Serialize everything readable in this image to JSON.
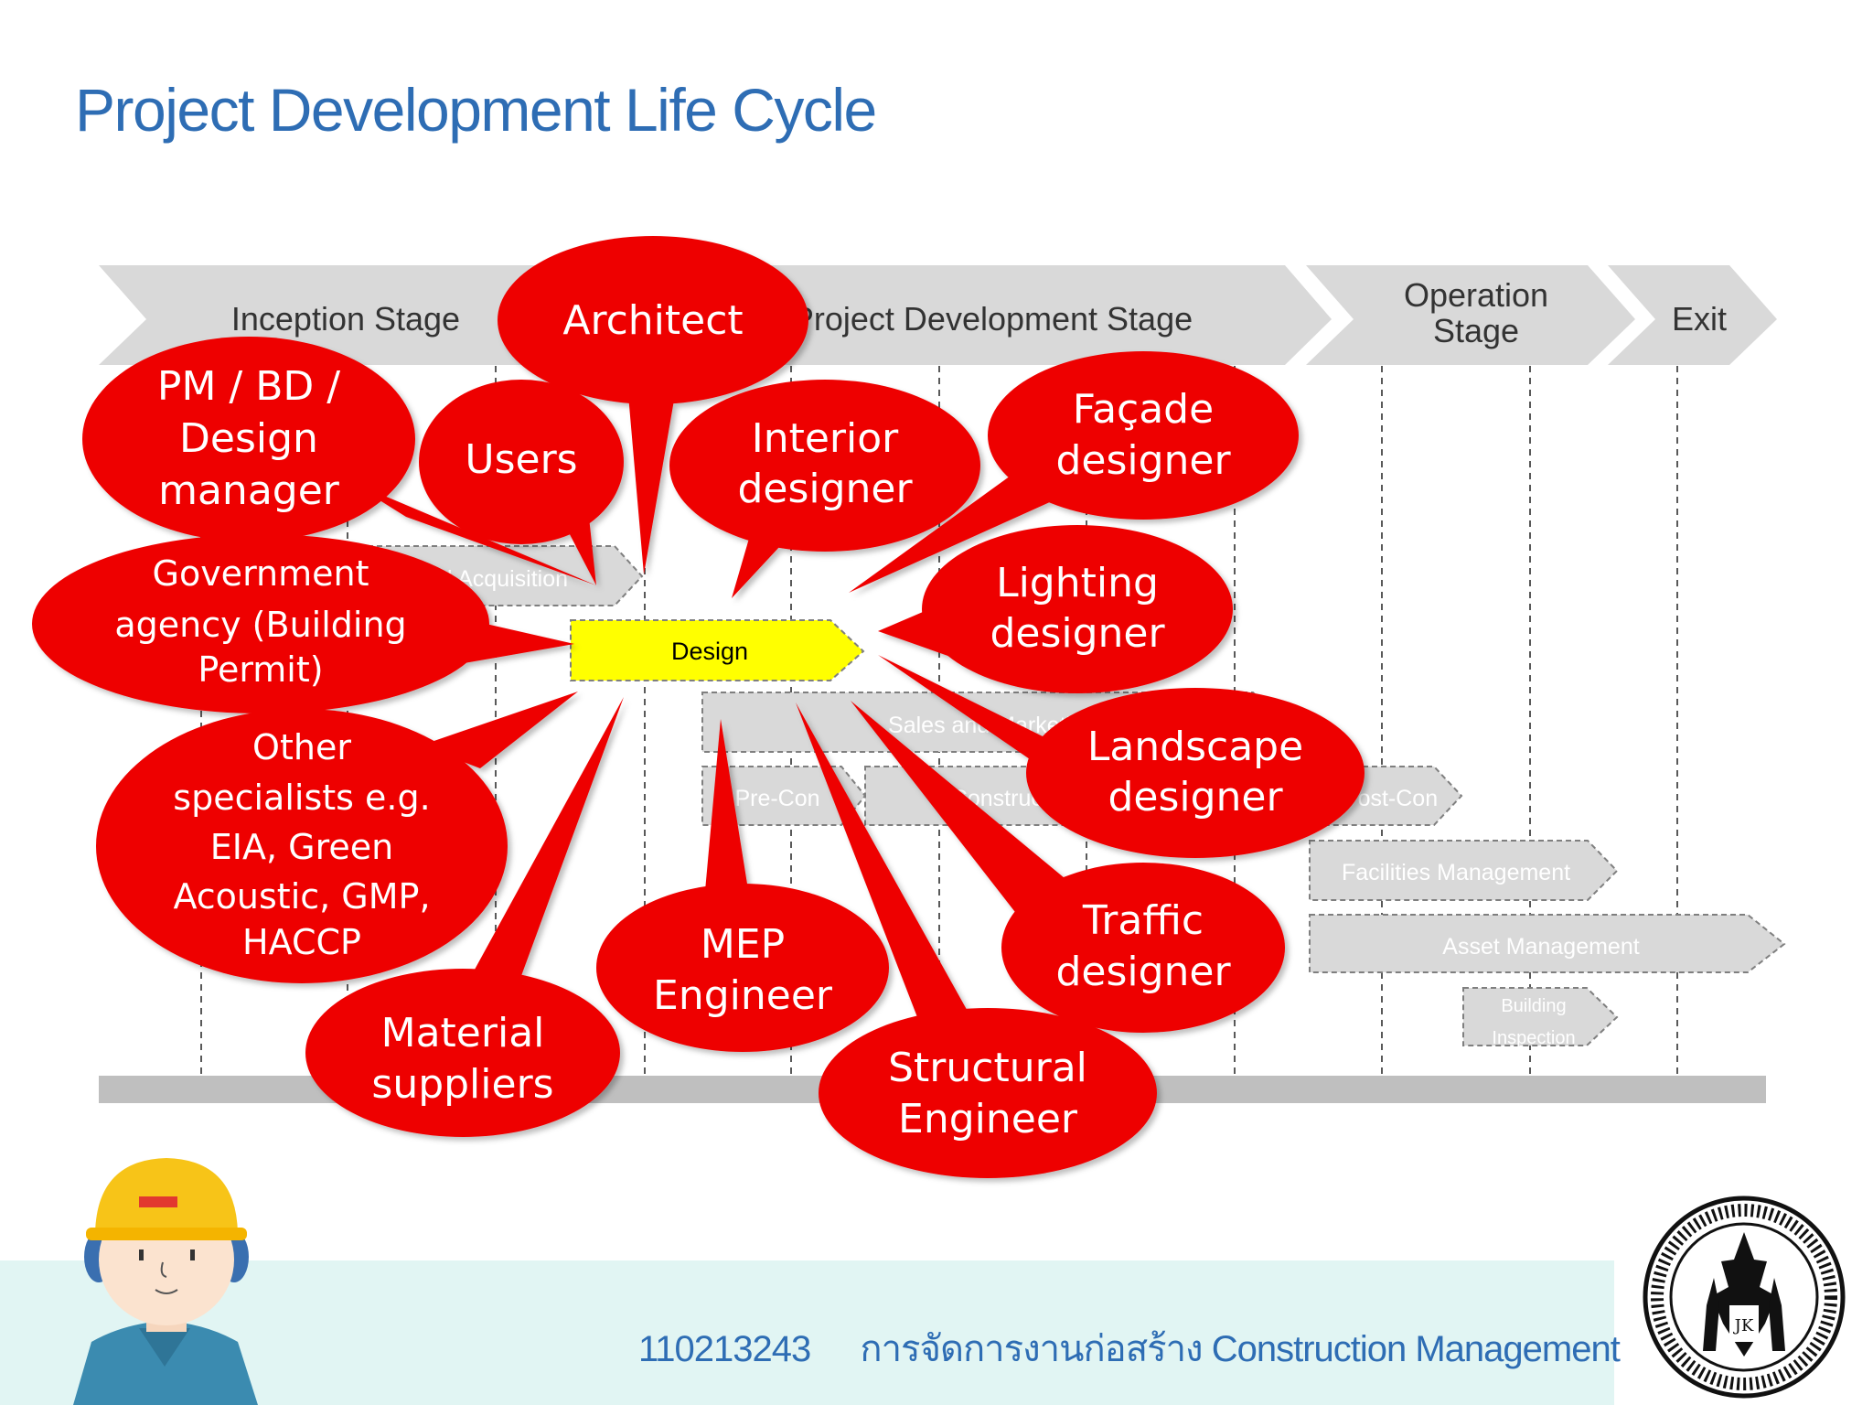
{
  "title": "Project Development Life Cycle",
  "stages": {
    "inception": "Inception Stage",
    "development": "Project Development Stage",
    "operation_line1": "Operation",
    "operation_line2": "Stage",
    "exit": "Exit"
  },
  "activities": {
    "land_acquisition": "Land Acquisition",
    "design": "Design",
    "sales_and_marketing": "Sales and Marketing",
    "pre_con": "Pre-Con",
    "construction": "Construction",
    "post_con": "Post-Con",
    "facilities_management": "Facilities Management",
    "asset_management": "Asset Management",
    "building_inspection_line1": "Building",
    "building_inspection_line2": "Inspection"
  },
  "bubbles": {
    "architect": [
      "Architect"
    ],
    "pm": [
      "PM / BD /",
      "Design",
      "manager"
    ],
    "users": [
      "Users"
    ],
    "interior": [
      "Interior",
      "designer"
    ],
    "facade": [
      "Façade",
      "designer"
    ],
    "government": [
      "Government",
      "agency (Building",
      "Permit)"
    ],
    "lighting": [
      "Lighting",
      "designer"
    ],
    "landscape": [
      "Landscape",
      "designer"
    ],
    "other": [
      "Other",
      "specialists e.g.",
      "EIA, Green",
      "Acoustic, GMP,",
      "HACCP"
    ],
    "traffic": [
      "Traffic",
      "designer"
    ],
    "mep": [
      "MEP",
      "Engineer"
    ],
    "material": [
      "Material",
      "suppliers"
    ],
    "structural": [
      "Structural",
      "Engineer"
    ]
  },
  "footer": {
    "course_code": "110213243",
    "course_name": "การจัดการงานก่อสร้าง Construction Management"
  },
  "colors": {
    "title": "#2e6db4",
    "bubble": "#ee0000",
    "design_box": "#ffff00",
    "chevron": "#d9d9d9",
    "footer_band": "#e1f5f3"
  },
  "icons": {
    "worker": "construction-worker-icon",
    "seal": "university-seal-icon"
  }
}
